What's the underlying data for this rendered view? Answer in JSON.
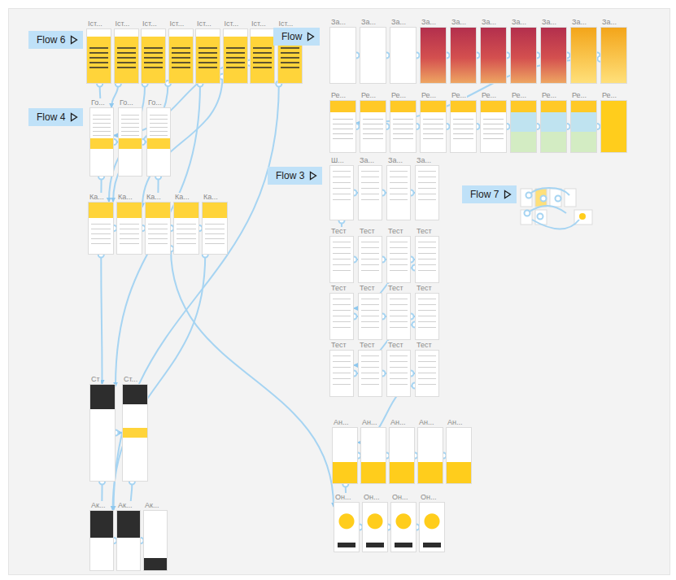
{
  "diagram": {
    "nodes": [
      {
        "text": [
          "Flow 6"
        ]
      },
      {
        "text": [
          "Іст..."
        ]
      },
      {
        "text": [
          "Іст..."
        ]
      },
      {
        "text": [
          "Іст..."
        ]
      },
      {
        "text": [
          "Іст..."
        ]
      },
      {
        "text": [
          "Іст..."
        ]
      },
      {
        "text": [
          "Іст..."
        ]
      },
      {
        "text": [
          "Іст..."
        ]
      },
      {
        "text": [
          "Іст..."
        ]
      },
      {
        "text": [
          "Flow"
        ]
      },
      {
        "text": [
          "За..."
        ]
      },
      {
        "text": [
          "За..."
        ]
      },
      {
        "text": [
          "За..."
        ]
      },
      {
        "text": [
          "За..."
        ]
      },
      {
        "text": [
          "За..."
        ]
      },
      {
        "text": [
          "За..."
        ]
      },
      {
        "text": [
          "За..."
        ]
      },
      {
        "text": [
          "За..."
        ]
      },
      {
        "text": [
          "За..."
        ]
      },
      {
        "text": [
          "За..."
        ]
      },
      {
        "text": [
          "Ре..."
        ]
      },
      {
        "text": [
          "Ре..."
        ]
      },
      {
        "text": [
          "Ре..."
        ]
      },
      {
        "text": [
          "Ре..."
        ]
      },
      {
        "text": [
          "Ре..."
        ]
      },
      {
        "text": [
          "Ре..."
        ]
      },
      {
        "text": [
          "Ре..."
        ]
      },
      {
        "text": [
          "Ре..."
        ]
      },
      {
        "text": [
          "Ре..."
        ]
      },
      {
        "text": [
          "Ре..."
        ]
      },
      {
        "text": [
          "Flow 4"
        ]
      },
      {
        "text": [
          "Го..."
        ]
      },
      {
        "text": [
          "Го..."
        ]
      },
      {
        "text": [
          "Го..."
        ]
      },
      {
        "text": [
          "Ка..."
        ]
      },
      {
        "text": [
          "Ка..."
        ]
      },
      {
        "text": [
          "Ка..."
        ]
      },
      {
        "text": [
          "Ка..."
        ]
      },
      {
        "text": [
          "Ка..."
        ]
      },
      {
        "text": [
          "Ст"
        ]
      },
      {
        "text": [
          "Ст..."
        ]
      },
      {
        "text": [
          "Ак..."
        ]
      },
      {
        "text": [
          "Ак..."
        ]
      },
      {
        "text": [
          "Ак..."
        ]
      },
      {
        "text": [
          "Flow 3"
        ]
      },
      {
        "text": [
          "Ш..."
        ]
      },
      {
        "text": [
          "За..."
        ]
      },
      {
        "text": [
          "За..."
        ]
      },
      {
        "text": [
          "За..."
        ]
      },
      {
        "text": [
          "Тест"
        ]
      },
      {
        "text": [
          "Тест"
        ]
      },
      {
        "text": [
          "Тест"
        ]
      },
      {
        "text": [
          "Тест"
        ]
      },
      {
        "text": [
          "Тест"
        ]
      },
      {
        "text": [
          "Тест"
        ]
      },
      {
        "text": [
          "Тест"
        ]
      },
      {
        "text": [
          "Тест"
        ]
      },
      {
        "text": [
          "Тест"
        ]
      },
      {
        "text": [
          "Тест"
        ]
      },
      {
        "text": [
          "Тест"
        ]
      },
      {
        "text": [
          "Тест"
        ]
      },
      {
        "text": [
          "Ан..."
        ]
      },
      {
        "text": [
          "Ан..."
        ]
      },
      {
        "text": [
          "Ан..."
        ]
      },
      {
        "text": [
          "Ан..."
        ]
      },
      {
        "text": [
          "Ан..."
        ]
      },
      {
        "text": [
          "Он..."
        ]
      },
      {
        "text": [
          "Он..."
        ]
      },
      {
        "text": [
          "Он..."
        ]
      },
      {
        "text": [
          "Он..."
        ]
      },
      {
        "text": [
          "Flow 7"
        ]
      }
    ],
    "edges": [
      {
        "from": 1,
        "to": 31,
        "arrow": "to"
      },
      {
        "from": 2,
        "to": 31,
        "arrow": "to"
      },
      {
        "from": 3,
        "to": 34,
        "arrow": "to"
      },
      {
        "from": 4,
        "to": 34,
        "arrow": "to"
      },
      {
        "from": 5,
        "to": 39,
        "arrow": "to"
      },
      {
        "from": 6,
        "to": 35,
        "arrow": "to"
      },
      {
        "from": 7,
        "to": 31,
        "arrow": "to"
      },
      {
        "from": 8,
        "to": 41,
        "arrow": "to"
      },
      {
        "from": 10,
        "to": 11,
        "arrow": "to"
      },
      {
        "from": 11,
        "to": 12,
        "arrow": "to"
      },
      {
        "from": 12,
        "to": 13,
        "arrow": "to"
      },
      {
        "from": 13,
        "to": 14,
        "arrow": "to"
      },
      {
        "from": 14,
        "to": 15,
        "arrow": "to"
      },
      {
        "from": 15,
        "to": 16,
        "arrow": "to"
      },
      {
        "from": 16,
        "to": 17,
        "arrow": "to"
      },
      {
        "from": 17,
        "to": 18,
        "arrow": "to"
      },
      {
        "from": 18,
        "to": 19,
        "arrow": "to"
      },
      {
        "from": 19,
        "to": 20,
        "arrow": "to"
      },
      {
        "from": 20,
        "to": 21,
        "arrow": "to"
      },
      {
        "from": 21,
        "to": 22,
        "arrow": "to"
      },
      {
        "from": 22,
        "to": 23,
        "arrow": "to"
      },
      {
        "from": 23,
        "to": 24,
        "arrow": "to"
      },
      {
        "from": 24,
        "to": 25,
        "arrow": "to"
      },
      {
        "from": 25,
        "to": 26,
        "arrow": "to"
      },
      {
        "from": 26,
        "to": 27,
        "arrow": "to"
      },
      {
        "from": 27,
        "to": 28,
        "arrow": "to"
      },
      {
        "from": 28,
        "to": 29,
        "arrow": "to"
      },
      {
        "from": 31,
        "to": 32,
        "arrow": "to"
      },
      {
        "from": 32,
        "to": 33,
        "arrow": "to"
      },
      {
        "from": 31,
        "to": 34,
        "arrow": "to"
      },
      {
        "from": 33,
        "to": 36,
        "arrow": "to"
      },
      {
        "from": 34,
        "to": 35,
        "arrow": "to"
      },
      {
        "from": 35,
        "to": 36,
        "arrow": "to"
      },
      {
        "from": 36,
        "to": 37,
        "arrow": "to"
      },
      {
        "from": 37,
        "to": 38,
        "arrow": "to"
      },
      {
        "from": 34,
        "to": 39,
        "arrow": "to"
      },
      {
        "from": 38,
        "to": 41,
        "arrow": "to"
      },
      {
        "from": 36,
        "to": 66,
        "arrow": "to"
      },
      {
        "from": 39,
        "to": 40,
        "arrow": "to"
      },
      {
        "from": 39,
        "to": 41,
        "arrow": "to"
      },
      {
        "from": 40,
        "to": 42,
        "arrow": "to"
      },
      {
        "from": 41,
        "to": 42,
        "arrow": "to"
      },
      {
        "from": 42,
        "to": 43,
        "arrow": "to"
      },
      {
        "from": 45,
        "to": 46,
        "arrow": "to"
      },
      {
        "from": 46,
        "to": 47,
        "arrow": "to"
      },
      {
        "from": 47,
        "to": 48,
        "arrow": "to"
      },
      {
        "from": 45,
        "to": 49,
        "arrow": "to"
      },
      {
        "from": 49,
        "to": 50,
        "arrow": "to"
      },
      {
        "from": 50,
        "to": 51,
        "arrow": "to"
      },
      {
        "from": 51,
        "to": 52,
        "arrow": "to"
      },
      {
        "from": 52,
        "to": 53,
        "arrow": "to"
      },
      {
        "from": 53,
        "to": 54,
        "arrow": "to"
      },
      {
        "from": 54,
        "to": 55,
        "arrow": "to"
      },
      {
        "from": 55,
        "to": 56,
        "arrow": "to"
      },
      {
        "from": 56,
        "to": 57,
        "arrow": "to"
      },
      {
        "from": 57,
        "to": 58,
        "arrow": "to"
      },
      {
        "from": 58,
        "to": 59,
        "arrow": "to"
      },
      {
        "from": 59,
        "to": 60,
        "arrow": "to"
      },
      {
        "from": 60,
        "to": 61,
        "arrow": "to"
      },
      {
        "from": 61,
        "to": 62,
        "arrow": "to"
      },
      {
        "from": 62,
        "to": 63,
        "arrow": "to"
      },
      {
        "from": 63,
        "to": 64,
        "arrow": "to"
      },
      {
        "from": 64,
        "to": 65,
        "arrow": "to"
      },
      {
        "from": 61,
        "to": 66,
        "arrow": "to"
      },
      {
        "from": 66,
        "to": 67,
        "arrow": "to"
      },
      {
        "from": 67,
        "to": 68,
        "arrow": "to"
      },
      {
        "from": 68,
        "to": 69,
        "arrow": "to"
      }
    ]
  }
}
